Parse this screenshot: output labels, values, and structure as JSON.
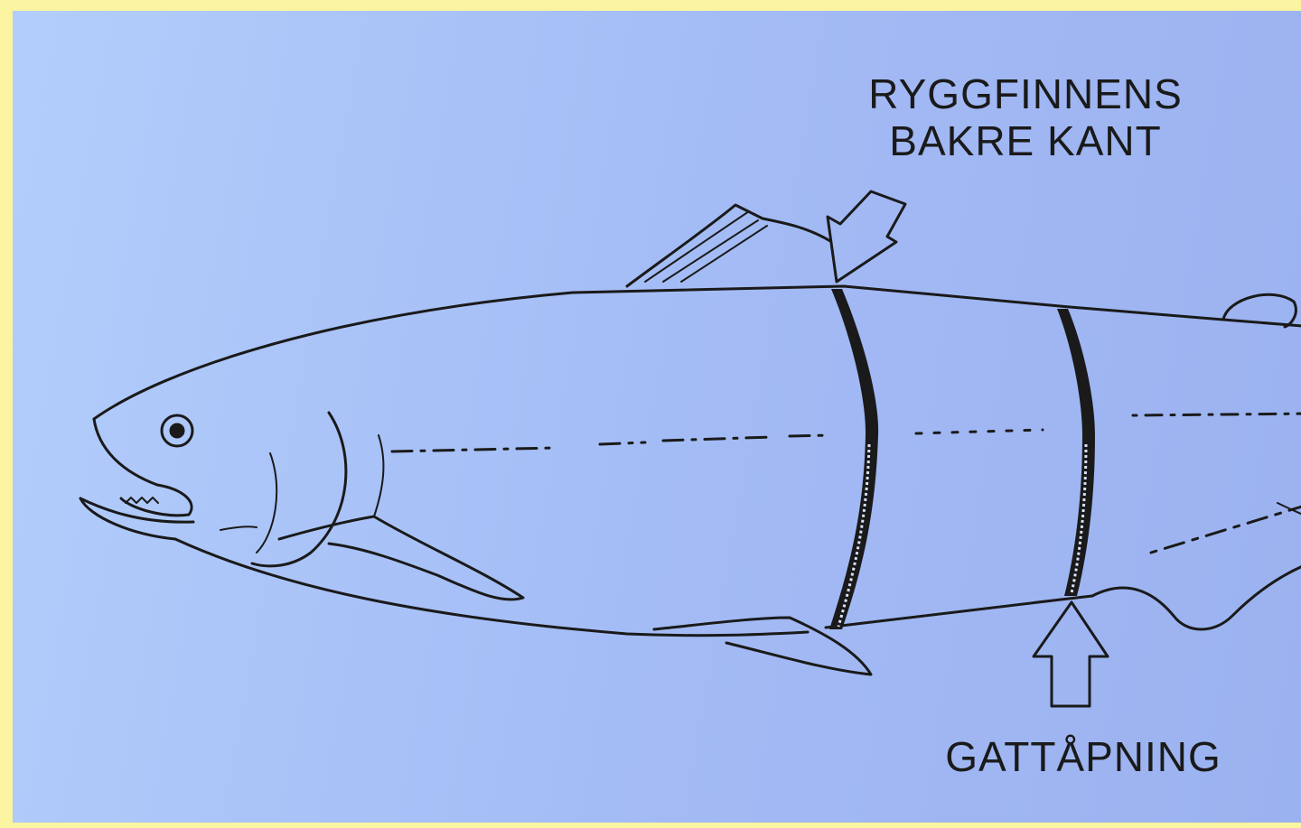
{
  "labels": {
    "dorsal_line1": "RYGGFINNENS",
    "dorsal_line2": "BAKRE KANT",
    "vent": "GATTÅPNING"
  },
  "colors": {
    "background": "#a9c3f8",
    "border": "#fbf4a0",
    "ink": "#1a1a1a"
  }
}
